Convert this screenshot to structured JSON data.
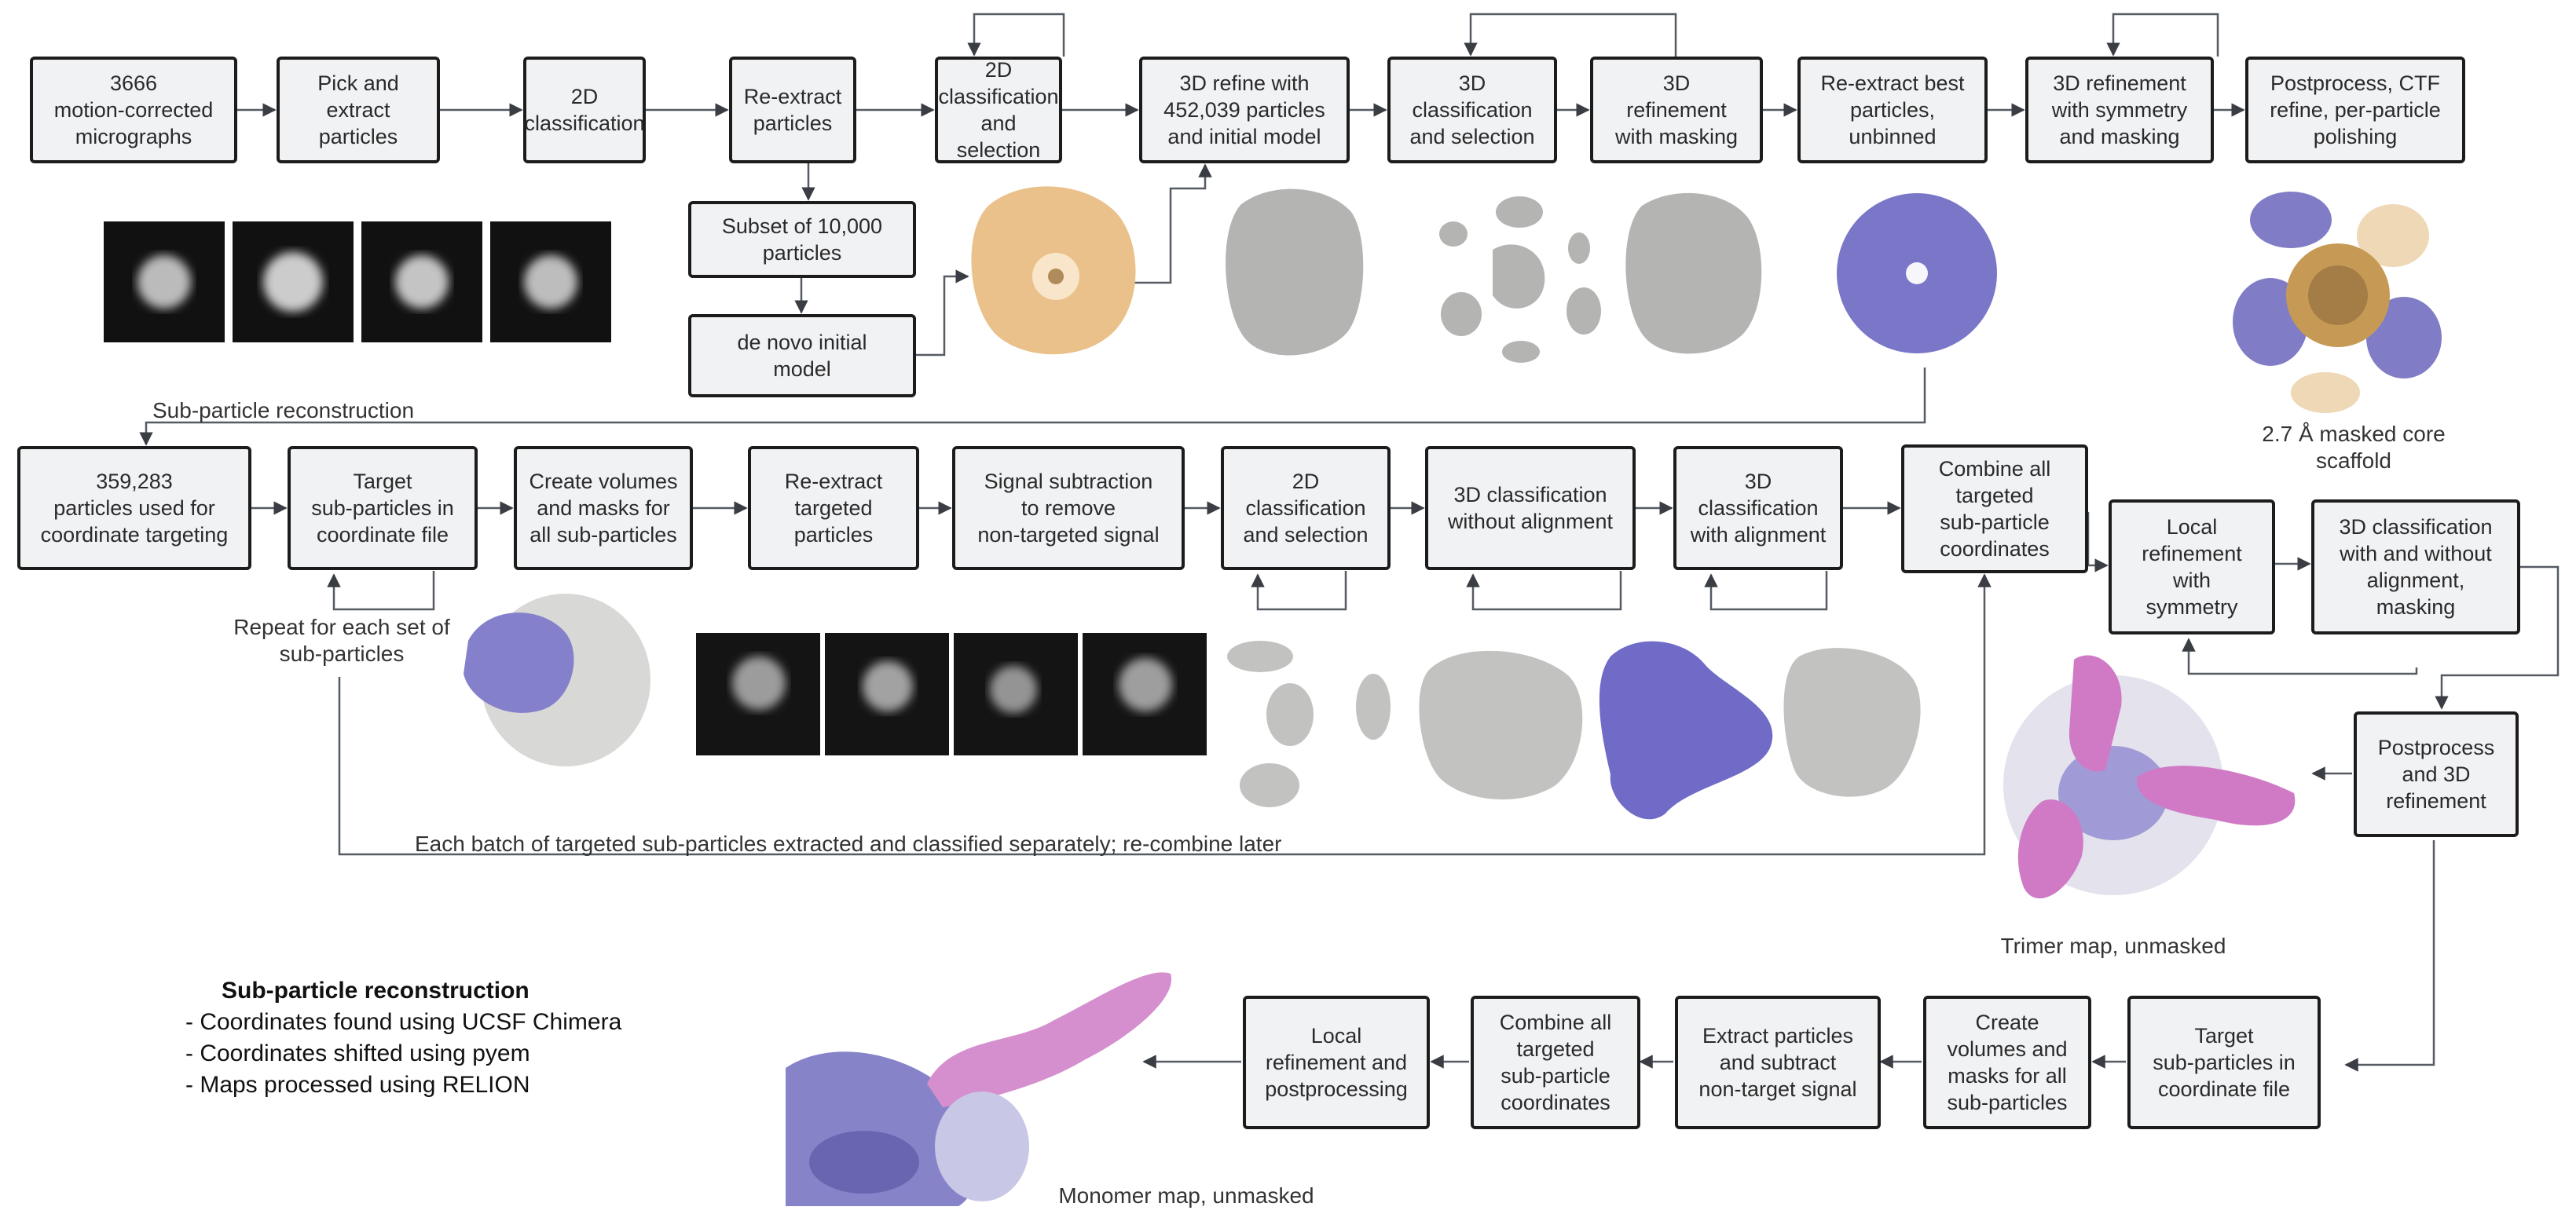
{
  "boxes": {
    "b1": "3666\nmotion-corrected\nmicrographs",
    "b2": "Pick and extract\nparticles",
    "b3": "2D\nclassification",
    "b4": "Re-extract\nparticles",
    "b5": "2D\nclassification\nand selection",
    "b6": "3D refine with\n452,039 particles\nand initial model",
    "b7": "3D\nclassification\nand selection",
    "b8": "3D\nrefinement\nwith masking",
    "b9": "Re-extract best\nparticles,\nunbinned",
    "b10": "3D refinement\nwith symmetry\nand masking",
    "b11": "Postprocess, CTF\nrefine, per-particle\npolishing",
    "s1": "Subset of 10,000\nparticles",
    "s2": "de novo initial\nmodel",
    "r1": "359,283\nparticles used for\ncoordinate targeting",
    "r2": "Target\nsub-particles in\ncoordinate file",
    "r3": "Create volumes\nand masks for\nall sub-particles",
    "r4": "Re-extract\ntargeted\nparticles",
    "r5": "Signal subtraction\nto remove\nnon-targeted signal",
    "r6": "2D\nclassification\nand selection",
    "r7": "3D classification\nwithout alignment",
    "r8": "3D\nclassification\nwith alignment",
    "r9": "Combine all\ntargeted\nsub-particle\ncoordinates",
    "t1": "Local\nrefinement\nwith\nsymmetry",
    "t2": "3D classification\nwith and without\nalignment,\nmasking",
    "t3": "Postprocess\nand 3D\nrefinement",
    "m1": "Target\nsub-particles in\ncoordinate file",
    "m2": "Create\nvolumes and\nmasks for all\nsub-particles",
    "m3": "Extract particles\nand subtract\nnon-target signal",
    "m4": "Combine all\ntargeted\nsub-particle\ncoordinates",
    "m5": "Local\nrefinement and\npostprocessing"
  },
  "labels": {
    "subparticle_recon": "Sub-particle reconstruction",
    "repeat": "Repeat for each set of\nsub-particles",
    "each_batch": "Each batch of targeted sub-particles extracted and classified separately; re-combine later",
    "core_scaffold": "2.7 Å masked core scaffold",
    "trimer_map": "Trimer map, unmasked",
    "monomer_map": "Monomer map, unmasked"
  },
  "notes": {
    "title": "Sub-particle reconstruction",
    "items": [
      "- Coordinates found using UCSF Chimera",
      "- Coordinates shifted using pyem",
      "- Maps processed using RELION"
    ]
  },
  "colors": {
    "box_fill": "#f1f2f4",
    "box_border": "#1c1c1c",
    "arrow": "#555a63",
    "density_gray": "#b7b8b6",
    "density_purple": "#7a77c9",
    "density_pink": "#d98bd2",
    "density_gold": "#e9c28f"
  }
}
